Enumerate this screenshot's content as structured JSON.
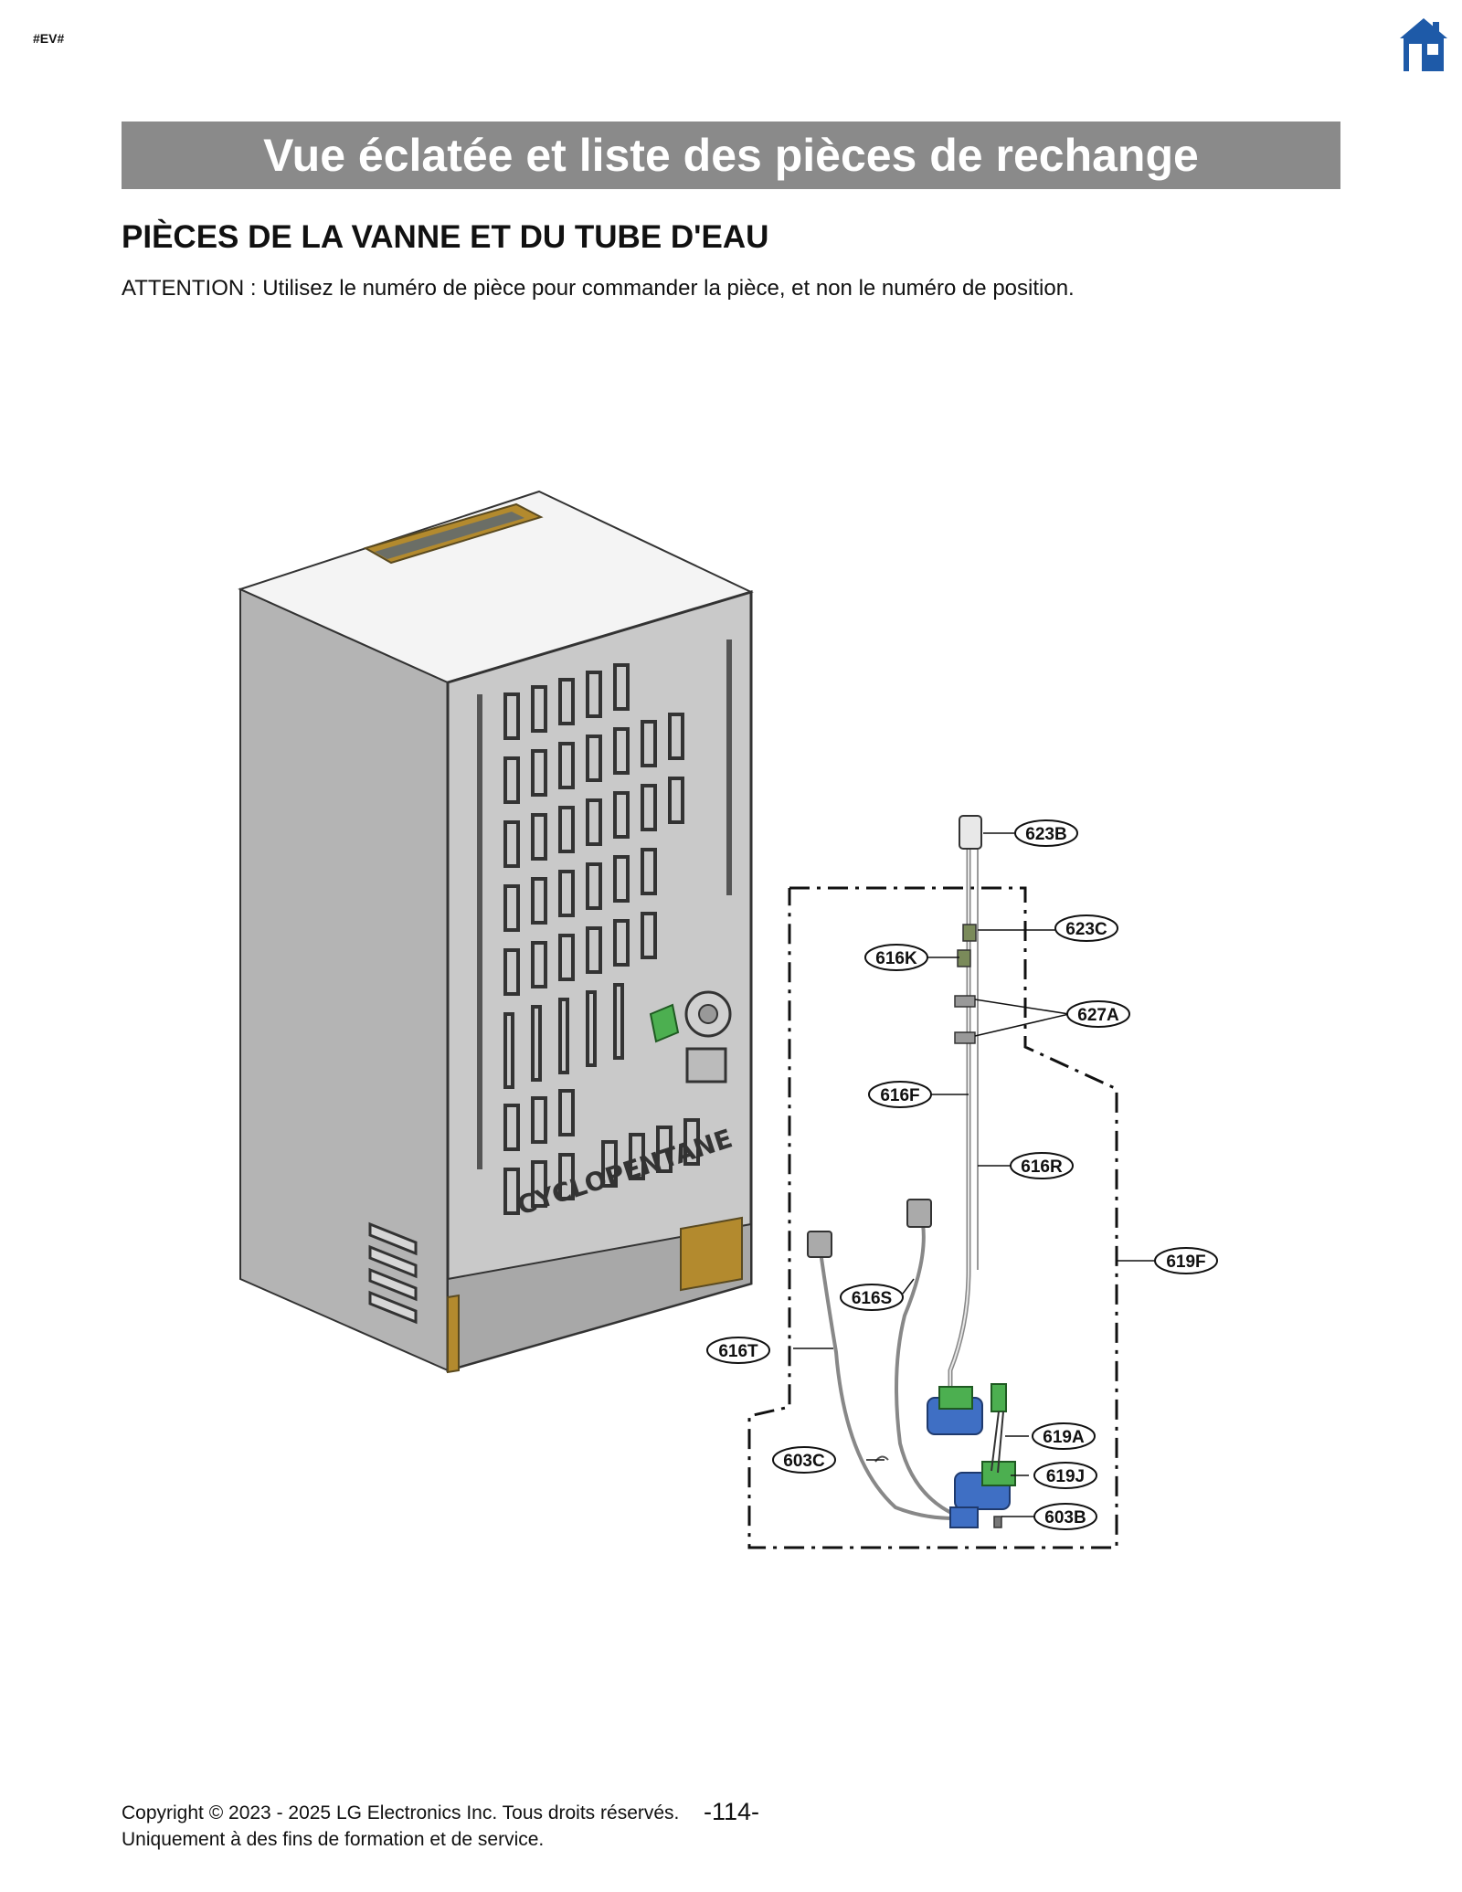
{
  "header": {
    "tag": "#EV#",
    "home_icon": "home-icon"
  },
  "banner": {
    "title": "Vue éclatée et liste des pièces de rechange"
  },
  "section": {
    "title": "PIÈCES DE LA VANNE ET DU TUBE D'EAU",
    "notice": "ATTENTION : Utilisez le numéro de pièce pour commander la pièce, et non le numéro de position."
  },
  "diagram": {
    "cabinet_label": "CYCLOPENTANE",
    "parts": [
      "623B",
      "623C",
      "616K",
      "627A",
      "616F",
      "616R",
      "619F",
      "616S",
      "616T",
      "619A",
      "603C",
      "619J",
      "603B"
    ]
  },
  "footer": {
    "copyright": "Copyright © 2023 - 2025 LG Electronics Inc. Tous droits réservés.",
    "usage": "Uniquement à des fins de formation et de service.",
    "page_number": "-114-"
  },
  "colors": {
    "banner": "#8a8a8a",
    "home_icon": "#1e5aa8",
    "valve_blue": "#3f6fc4",
    "connector_green": "#4caf50",
    "bracket_gold": "#b38a2e"
  }
}
